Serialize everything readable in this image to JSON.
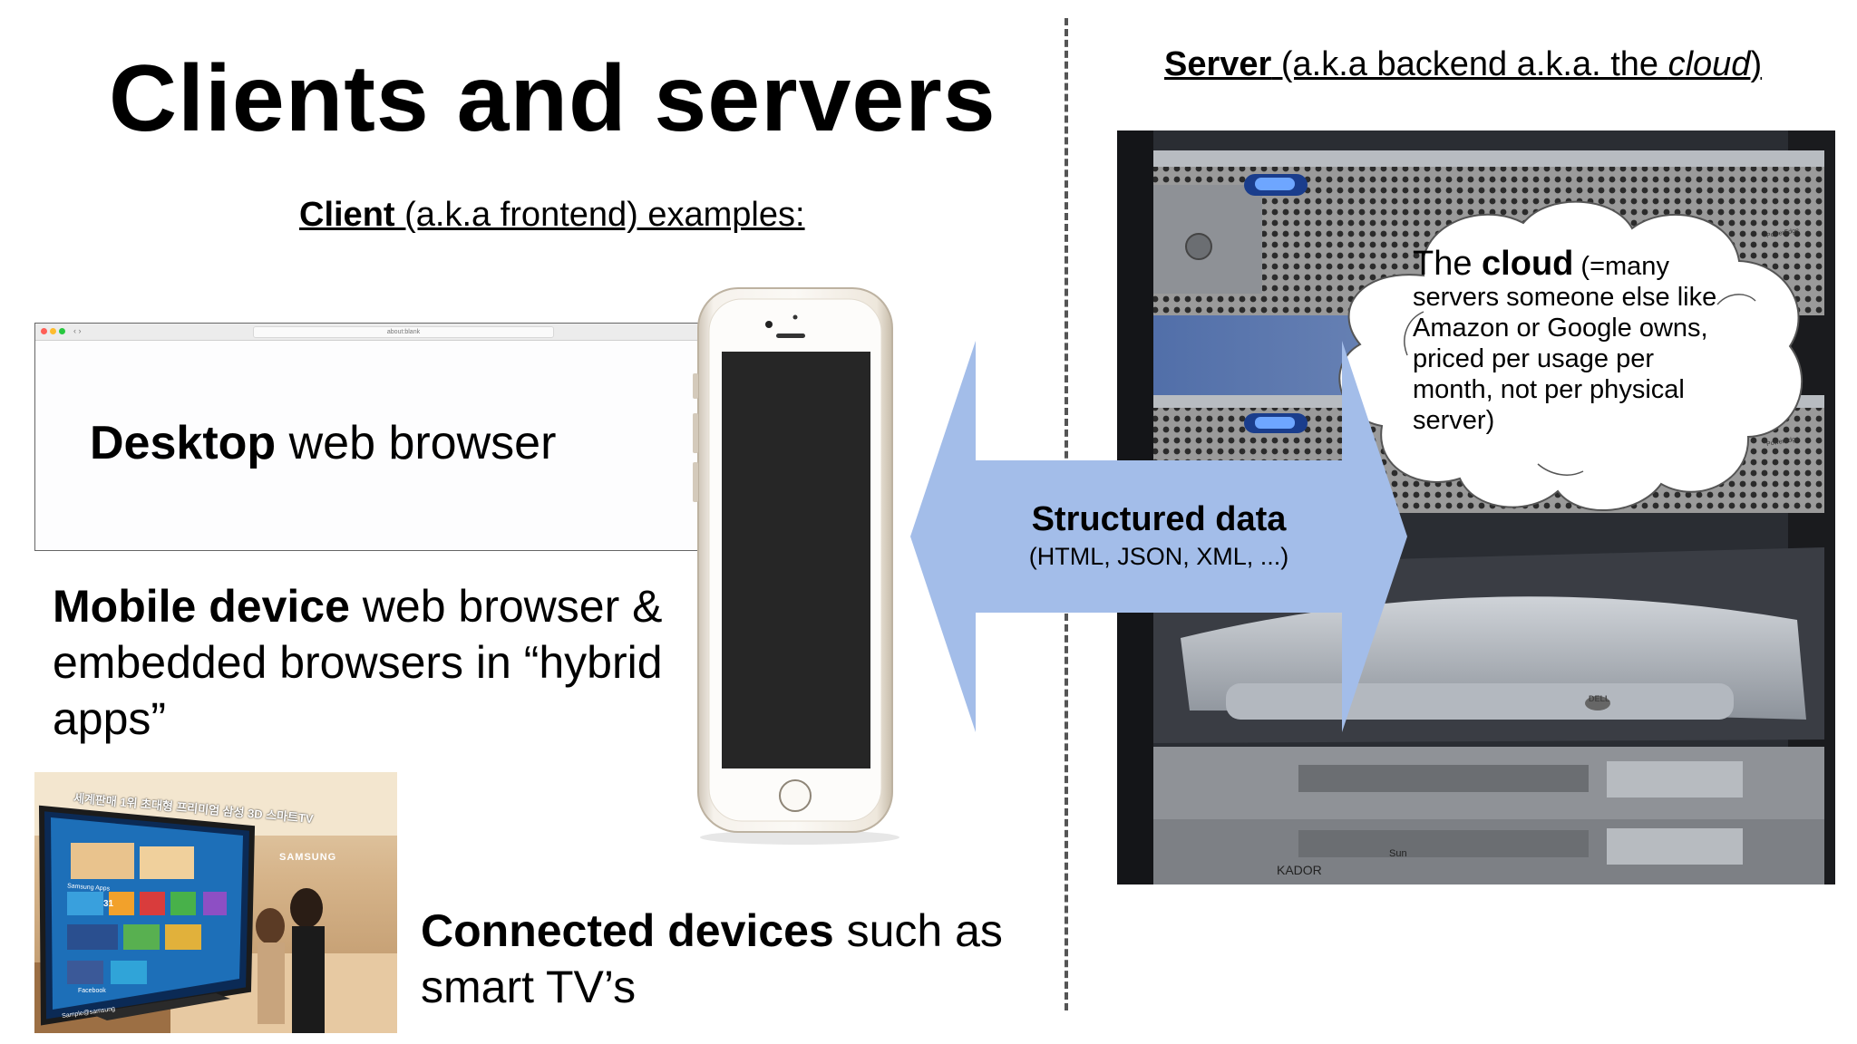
{
  "title": "Clients and servers",
  "client_heading": {
    "bold": "Client ",
    "rest": "(a.k.a frontend) examples:"
  },
  "server_heading": {
    "bold": "Server",
    "rest1": " (a.k.a backend a.k.a. the ",
    "italic": "cloud",
    "rest2": ")"
  },
  "desktop": {
    "bold": "Desktop",
    "rest": " web browser",
    "url_text": "about:blank"
  },
  "mobile": {
    "bold": "Mobile device",
    "rest": " web browser & embedded browsers in “hybrid apps”"
  },
  "connected": {
    "bold": "Connected devices",
    "rest": " such as smart TV’s"
  },
  "cloud": {
    "lead": "The ",
    "bold": "cloud",
    "rest": " (=many servers someone else like Amazon or Google owns, priced per usage per month, not per physical server)"
  },
  "arrow": {
    "title": "Structured data",
    "subtitle": "(HTML, JSON, XML, ...)"
  },
  "tv_photo": {
    "banner": "세계판매 1위 초대형 프리미엄 삼성 3D 스마트TV",
    "brand": "SAMSUNG",
    "tiles": [
      "Samsung Apps",
      "31",
      "Facebook",
      "Sample@samsung"
    ]
  },
  "server_photo": {
    "badges": [
      "PowerEdge",
      "PowerEdge"
    ],
    "brand": "DELL",
    "plates": [
      "KADOR",
      "Sun"
    ]
  },
  "colors": {
    "arrow": "#a3bde9",
    "cloud_stroke": "#555555"
  }
}
